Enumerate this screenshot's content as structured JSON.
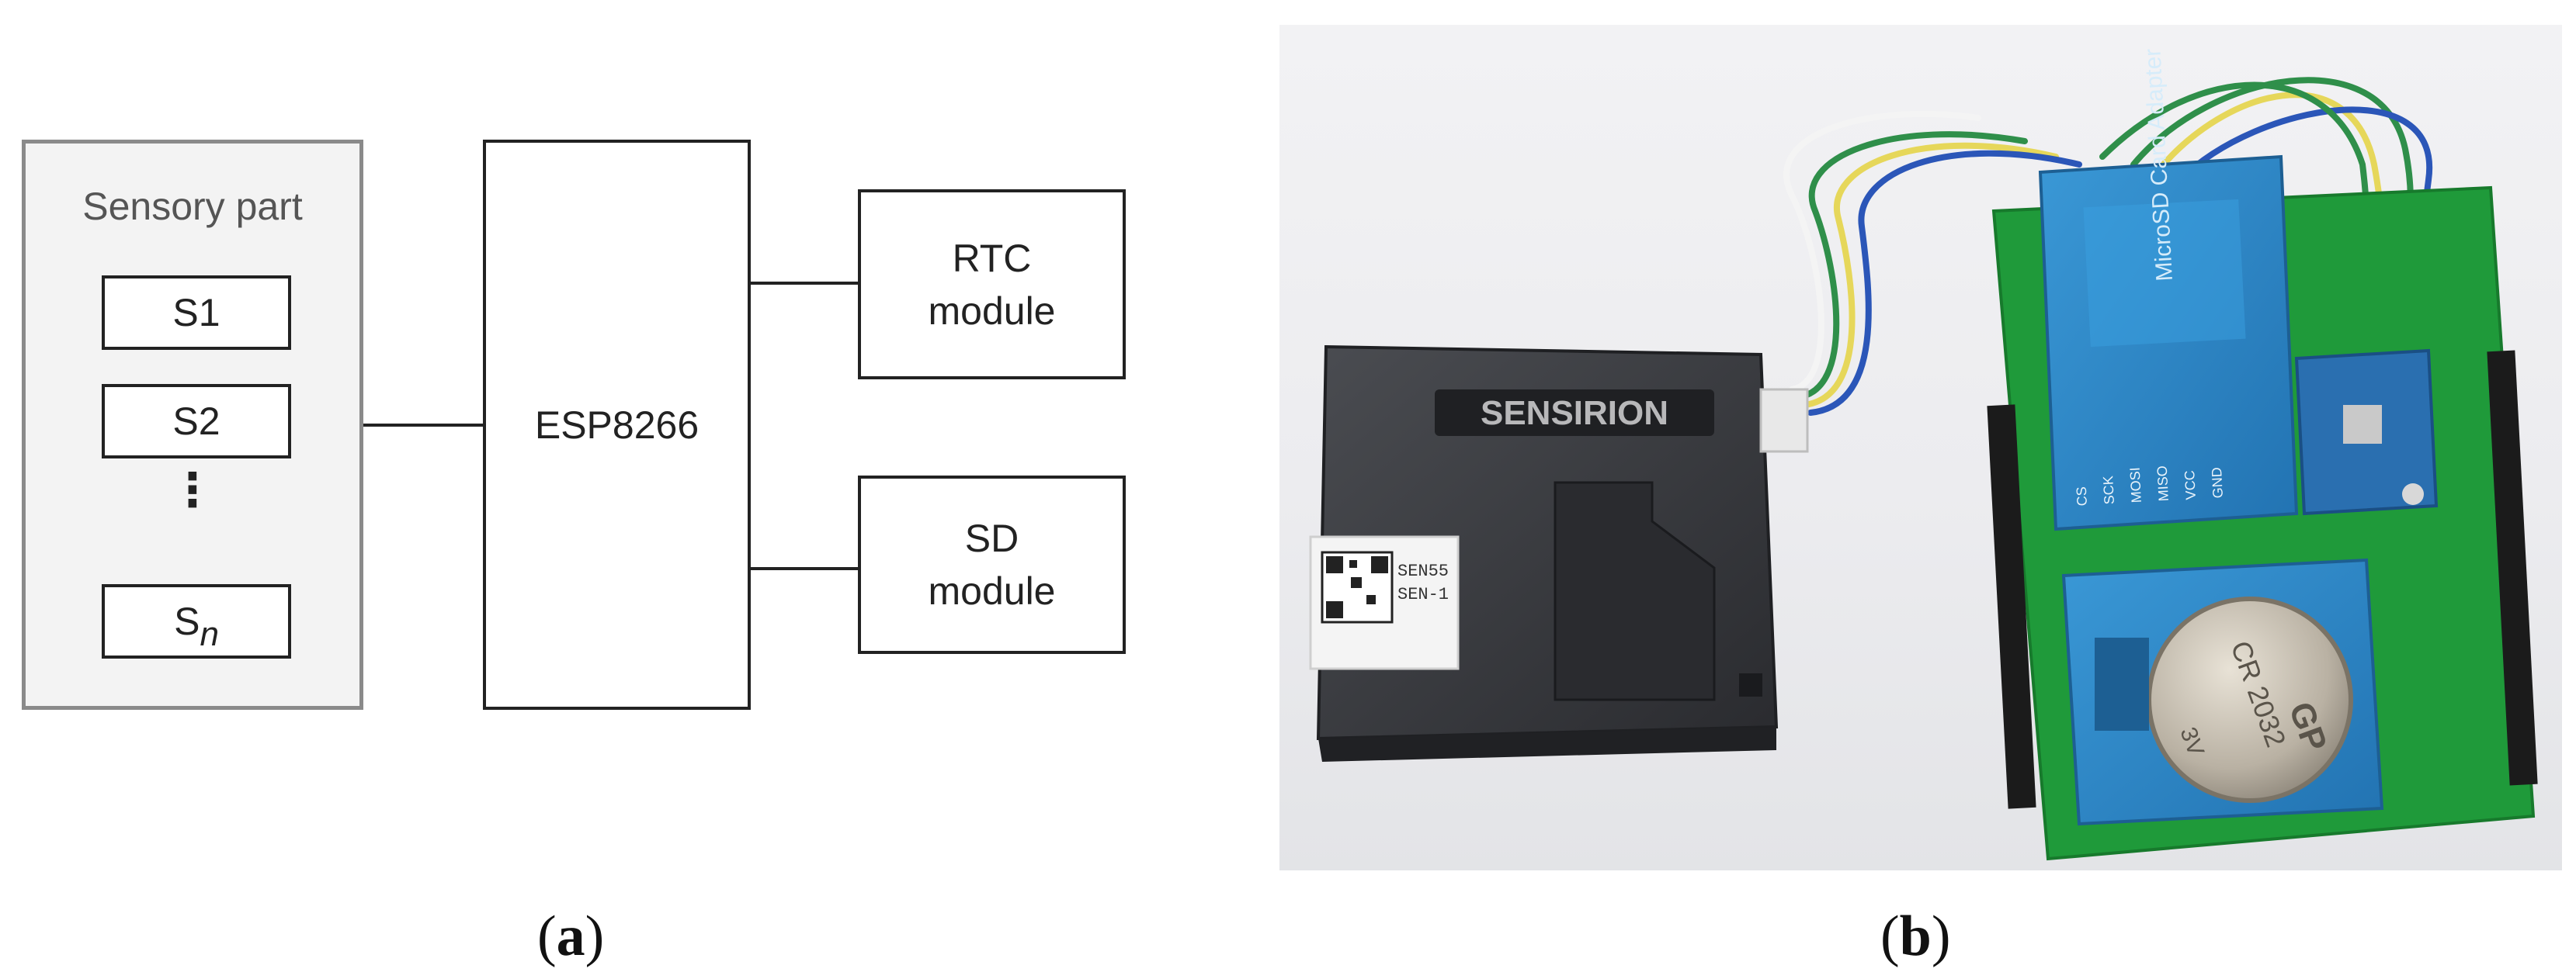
{
  "panel_a": {
    "sensory_title": "Sensory part",
    "sensors": [
      {
        "label": "S1",
        "sub": ""
      },
      {
        "label": "S2",
        "sub": ""
      },
      {
        "label": "S",
        "sub": "n"
      }
    ],
    "ellipsis": "⋮",
    "esp_label": "ESP8266",
    "rtc_line1": "RTC",
    "rtc_line2": "module",
    "sd_line1": "SD",
    "sd_line2": "module",
    "caption_open": "(",
    "caption_letter": "a",
    "caption_close": ")"
  },
  "panel_b": {
    "sensor_brand": "SENSIRION",
    "sensor_label_line1": "SEN55",
    "sensor_label_line2": "SEN-1",
    "sd_adapter_text": "MicroSD Card Adapter",
    "sd_pins": [
      "CS",
      "SCK",
      "MOSI",
      "MISO",
      "VCC",
      "GND"
    ],
    "battery_brand": "GP",
    "battery_model": "CR 2032",
    "battery_voltage": "3V",
    "caption_open": "(",
    "caption_letter": "b",
    "caption_close": ")"
  },
  "colors": {
    "pcb_green": "#1f9a3a",
    "module_blue": "#2e86c8",
    "sensor_body": "#3a3c40",
    "wire_green": "#2f8f4a",
    "wire_yellow": "#e6d75a",
    "wire_blue": "#2b56b8",
    "wire_white": "#f4f4f4"
  }
}
